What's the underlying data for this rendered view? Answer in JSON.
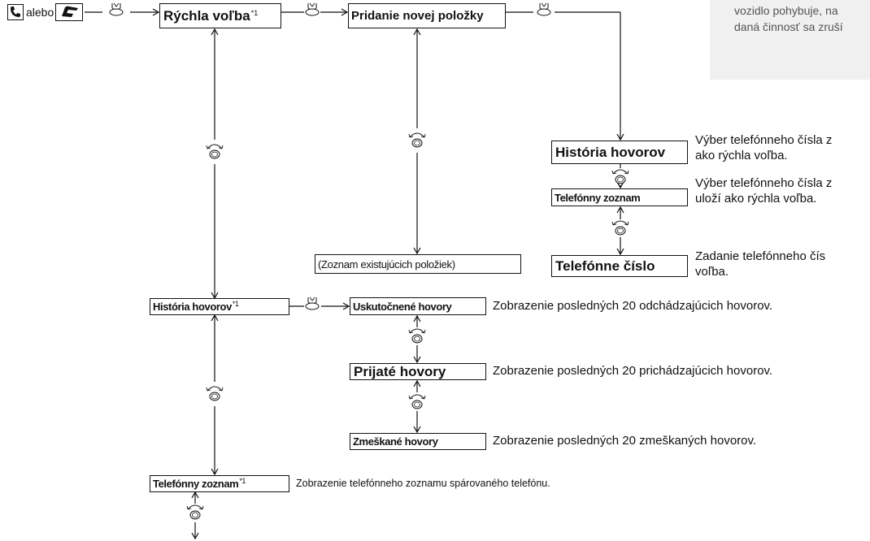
{
  "note": {
    "lines": [
      "vozidlo pohybuje, na",
      "daná činnosť sa zruší"
    ]
  },
  "start": {
    "alebo_label": "alebo",
    "icons": [
      "phone-icon",
      "phone-handset-icon"
    ]
  },
  "nodes": {
    "rychla_volba": {
      "label": "Rýchla voľba",
      "sup": "*1"
    },
    "pridanie": {
      "label": "Pridanie novej položky"
    },
    "zoznam_existujucich": {
      "label": "(Zoznam existujúcich položiek)"
    },
    "historia_sub": {
      "label": "História hovorov"
    },
    "telefonny_zoznam_sub": {
      "label": "Telefónny zoznam"
    },
    "telefonne_cislo": {
      "label": "Telefónne číslo"
    },
    "historia": {
      "label": "História hovorov",
      "sup": "*1"
    },
    "uskutocnene": {
      "label": "Uskutočnené hovory"
    },
    "prijate": {
      "label": "Prijaté hovory"
    },
    "zmeskane": {
      "label": "Zmeškané hovory"
    },
    "telefonny_zoznam": {
      "label": "Telefónny zoznam",
      "sup": "*1"
    }
  },
  "descriptions": {
    "historia_sub": [
      "Výber telefónneho čísla z",
      "ako rýchla voľba."
    ],
    "telefonny_zoznam_sub": [
      "Výber telefónneho čísla z",
      "uloží ako rýchla voľba."
    ],
    "telefonne_cislo": [
      "Zadanie telefónneho čís",
      "voľba."
    ],
    "uskutocnene": "Zobrazenie posledných 20 odchádzajúcich hovorov.",
    "prijate": "Zobrazenie posledných 20 prichádzajúcich hovorov.",
    "zmeskane": "Zobrazenie posledných 20 zmeškaných hovorov.",
    "telefonny_zoznam": "Zobrazenie telefónneho zoznamu spárovaného telefónu."
  },
  "icons": {
    "select": "press-select-knob-icon",
    "rotate": "rotate-knob-icon"
  }
}
